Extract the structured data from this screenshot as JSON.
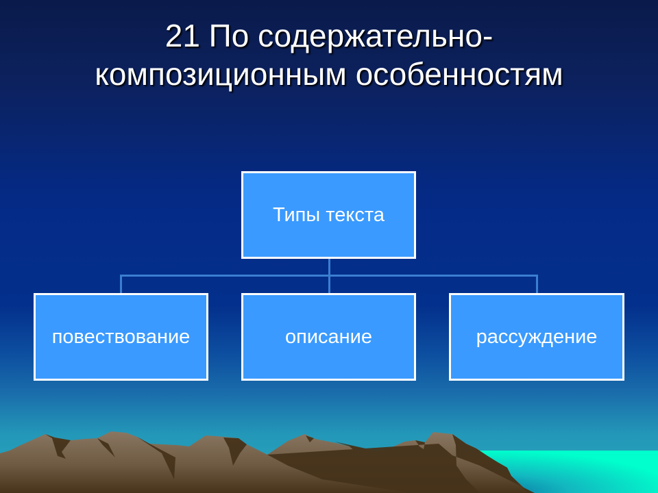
{
  "slide": {
    "title_line1": "21 По содержательно-",
    "title_line2": "композиционным особенностям"
  },
  "diagram": {
    "root": {
      "label": "Типы текста"
    },
    "children": [
      {
        "label": "повествование"
      },
      {
        "label": "описание"
      },
      {
        "label": "рассуждение"
      }
    ]
  },
  "colors": {
    "box_fill": "#3a9aff",
    "box_border": "#ffffff",
    "connector": "#3b7fd0",
    "background_top": "#0a1a4a",
    "background_bottom": "#2aa9bd",
    "sea": "#00ffcc",
    "mountain_light": "#7d6a55",
    "mountain_dark": "#46331a"
  }
}
